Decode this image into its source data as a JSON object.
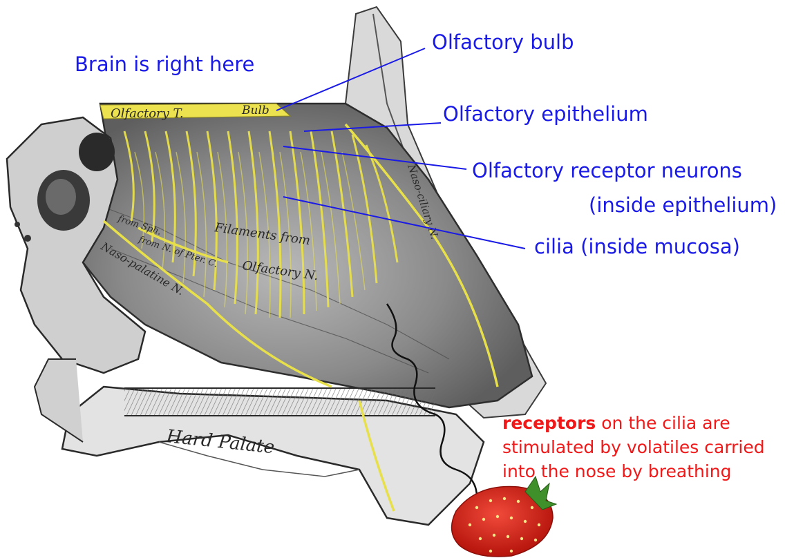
{
  "labels": {
    "brain": "Brain is right here",
    "bulb": "Olfactory bulb",
    "epithelium": "Olfactory epithelium",
    "neurons_line1": "Olfactory receptor neurons",
    "neurons_line2": "(inside epithelium)",
    "cilia": "cilia (inside mucosa)"
  },
  "note": {
    "bold": "receptors",
    "line1_rest": " on the cilia are",
    "line2": "stimulated by volatiles carried",
    "line3": "into the nose by breathing"
  },
  "engraving": {
    "olfactory_tract": "Olfactory T.",
    "bulb": "Bulb",
    "filaments_from": "Filaments from",
    "olfactory_n": "Olfactory N.",
    "nasociliary": "Naso-ciliary N.",
    "nasopalatine": "Naso-palatine N.",
    "from_sphen": "from Sph.",
    "from_n_of_pter": "from N. of Pter. C.",
    "hard_palate": "Hard Palate"
  },
  "colors": {
    "callout_blue": "#1a1ae6",
    "note_red": "#f01818",
    "nerve_yellow": "#e8e04a",
    "tissue_gray": "#8c8c8c"
  }
}
